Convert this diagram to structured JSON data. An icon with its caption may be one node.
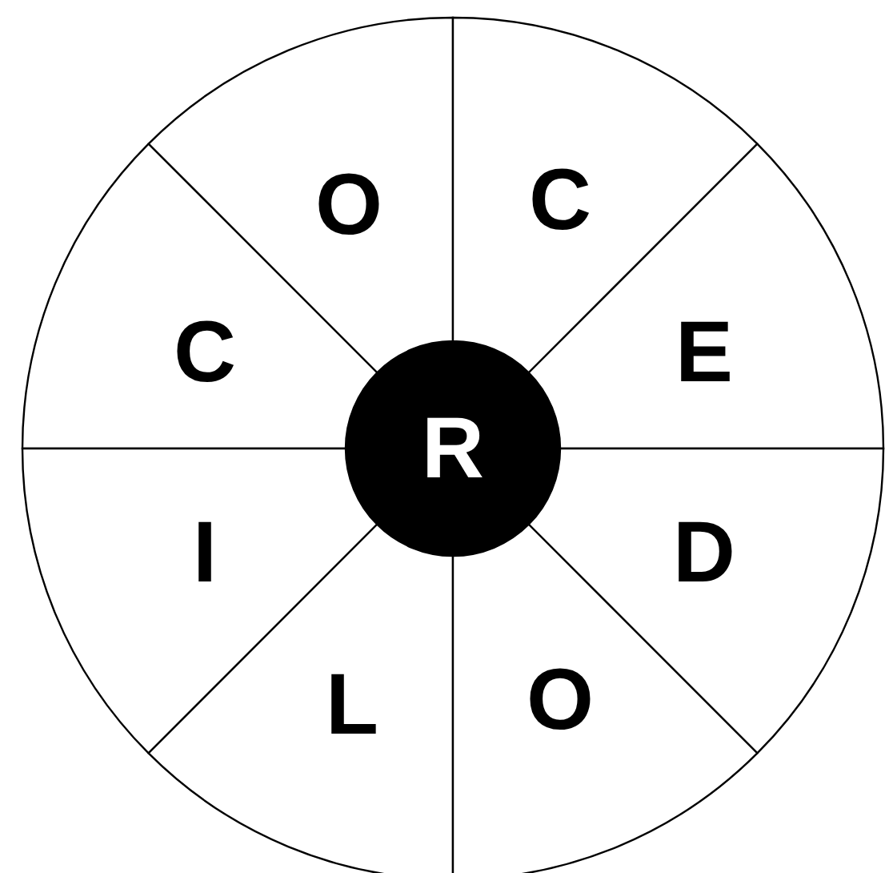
{
  "diagram": {
    "nodes": [
      {
        "text": [
          "O"
        ]
      },
      {
        "text": [
          "C"
        ]
      },
      {
        "text": [
          "C"
        ]
      },
      {
        "text": [
          "E"
        ]
      },
      {
        "text": [
          "R"
        ]
      },
      {
        "text": [
          "I"
        ]
      },
      {
        "text": [
          "D"
        ]
      },
      {
        "text": [
          "L"
        ]
      },
      {
        "text": [
          "O"
        ]
      }
    ]
  }
}
